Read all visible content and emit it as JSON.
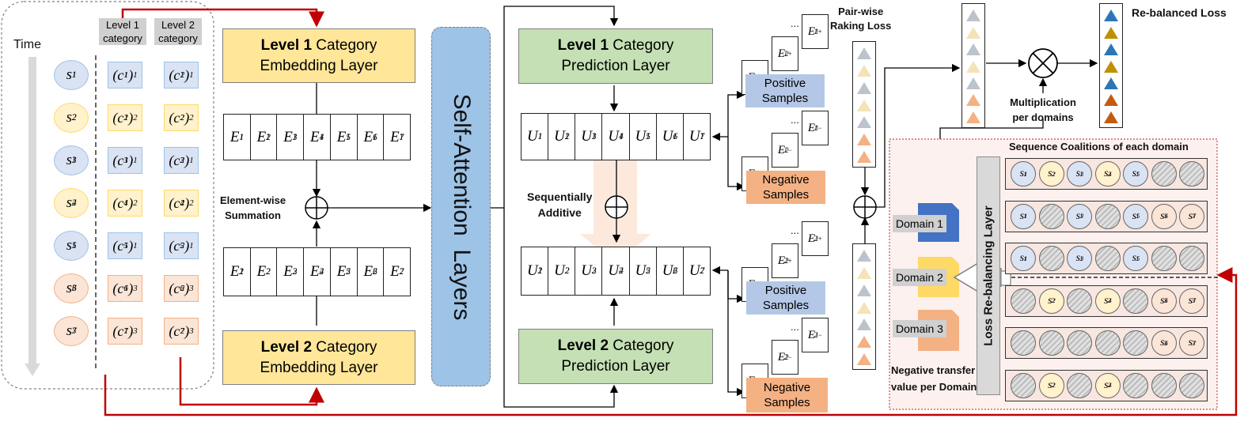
{
  "time_label": "Time",
  "level_headers": [
    "Level 1 category",
    "Level 2 category"
  ],
  "sessions": [
    {
      "s": "s",
      "sub": "1",
      "sup": "1",
      "c": "blue",
      "l1": {
        "b": "c",
        "sub": "1",
        "in": "1",
        "out": "1"
      },
      "l2": {
        "b": "c",
        "sub": "1",
        "in": "2",
        "out": "1"
      }
    },
    {
      "s": "s",
      "sub": "2",
      "sup": "2",
      "c": "yellow",
      "l1": {
        "b": "c",
        "sub": "2",
        "in": "1",
        "out": "2"
      },
      "l2": {
        "b": "c",
        "sub": "2",
        "in": "2",
        "out": "2"
      }
    },
    {
      "s": "s",
      "sub": "3",
      "sup": "1",
      "c": "blue",
      "l1": {
        "b": "c",
        "sub": "3",
        "in": "1",
        "out": "1"
      },
      "l2": {
        "b": "c",
        "sub": "3",
        "in": "2",
        "out": "1"
      }
    },
    {
      "s": "s",
      "sub": "4",
      "sup": "2",
      "c": "yellow",
      "l1": {
        "b": "c",
        "sub": "4",
        "in": "1",
        "out": "2"
      },
      "l2": {
        "b": "c",
        "sub": "4",
        "in": "2",
        "out": "2"
      }
    },
    {
      "s": "s",
      "sub": "5",
      "sup": "1",
      "c": "blue",
      "l1": {
        "b": "c",
        "sub": "5",
        "in": "1",
        "out": "1"
      },
      "l2": {
        "b": "c",
        "sub": "5",
        "in": "2",
        "out": "1"
      }
    },
    {
      "s": "s",
      "sub": "6",
      "sup": "3",
      "c": "orange",
      "l1": {
        "b": "c",
        "sub": "6",
        "in": "1",
        "out": "3"
      },
      "l2": {
        "b": "c",
        "sub": "6",
        "in": "2",
        "out": "3"
      }
    },
    {
      "s": "s",
      "sub": "7",
      "sup": "3",
      "c": "orange",
      "l1": {
        "b": "c",
        "sub": "7",
        "in": "1",
        "out": "3"
      },
      "l2": {
        "b": "c",
        "sub": "7",
        "in": "2",
        "out": "3"
      }
    }
  ],
  "l1_embed": {
    "bold": "Level 1",
    "rest": " Category",
    "line2": "Embedding Layer"
  },
  "l2_embed": {
    "bold": "Level 2",
    "rest": " Category",
    "line2": "Embedding Layer"
  },
  "l1_pred": {
    "bold": "Level 1",
    "rest": " Category",
    "line2": "Prediction Layer"
  },
  "l2_pred": {
    "bold": "Level 2",
    "rest": " Category",
    "line2": "Prediction Layer"
  },
  "self_attention": "Self-Attention  Layers",
  "element_wise": [
    "Element-wise",
    "Summation"
  ],
  "seq_additive": [
    "Sequentially",
    "Additive"
  ],
  "E1_row": [
    "E",
    "E",
    "E",
    "E",
    "E",
    "E",
    "E"
  ],
  "E1_level": "1",
  "E2_level": "2",
  "U_letter": "U",
  "E_letter": "E",
  "pairwise": [
    "Pair-wise",
    "Raking Loss"
  ],
  "positive_samples": [
    "Positive",
    "Samples"
  ],
  "negative_samples": [
    "Negative",
    "Samples"
  ],
  "cards": {
    "l1_pos": [
      "1+",
      "1+",
      "1+"
    ],
    "l1_neg": [
      "1−",
      "1−",
      "1−"
    ],
    "l2_pos": [
      "2+",
      "2+",
      "2+"
    ],
    "l2_neg": [
      "2−",
      "2−",
      "2−"
    ],
    "subs": [
      "1",
      "2",
      "7"
    ]
  },
  "ellipsis": "...",
  "rebalanced_loss": "Re-balanced Loss",
  "multiplication": [
    "Multiplication",
    "per domains"
  ],
  "coalitions_title": "Sequence  Coalitions of each domain",
  "rebalancing_layer": "Loss Re-balancing Layer",
  "domains": [
    "Domain 1",
    "Domain 2",
    "Domain 3"
  ],
  "negative_transfer": [
    "Negative transfer",
    "value per Domain"
  ],
  "coalition_rows": [
    [
      {
        "c": "blue",
        "n": "1",
        "k": "1"
      },
      {
        "c": "yellow",
        "n": "2",
        "k": "2"
      },
      {
        "c": "blue",
        "n": "3",
        "k": "1"
      },
      {
        "c": "yellow",
        "n": "4",
        "k": "2"
      },
      {
        "c": "blue",
        "n": "5",
        "k": "1"
      },
      {
        "c": "hatch"
      },
      {
        "c": "hatch"
      }
    ],
    [
      {
        "c": "blue",
        "n": "1",
        "k": "1"
      },
      {
        "c": "hatch"
      },
      {
        "c": "blue",
        "n": "3",
        "k": "1"
      },
      {
        "c": "hatch"
      },
      {
        "c": "blue",
        "n": "5",
        "k": "1"
      },
      {
        "c": "orange",
        "n": "6",
        "k": "3"
      },
      {
        "c": "orange",
        "n": "7",
        "k": "3"
      }
    ],
    [
      {
        "c": "blue",
        "n": "1",
        "k": "1"
      },
      {
        "c": "hatch"
      },
      {
        "c": "blue",
        "n": "3",
        "k": "1"
      },
      {
        "c": "hatch"
      },
      {
        "c": "blue",
        "n": "5",
        "k": "1"
      },
      {
        "c": "hatch"
      },
      {
        "c": "hatch"
      }
    ],
    [
      {
        "c": "hatch"
      },
      {
        "c": "yellow",
        "n": "2",
        "k": "2"
      },
      {
        "c": "hatch"
      },
      {
        "c": "yellow",
        "n": "4",
        "k": "2"
      },
      {
        "c": "hatch"
      },
      {
        "c": "orange",
        "n": "6",
        "k": "3"
      },
      {
        "c": "orange",
        "n": "7",
        "k": "3"
      }
    ],
    [
      {
        "c": "hatch"
      },
      {
        "c": "hatch"
      },
      {
        "c": "hatch"
      },
      {
        "c": "hatch"
      },
      {
        "c": "hatch"
      },
      {
        "c": "orange",
        "n": "6",
        "k": "3"
      },
      {
        "c": "orange",
        "n": "7",
        "k": "3"
      }
    ],
    [
      {
        "c": "hatch"
      },
      {
        "c": "yellow",
        "n": "2",
        "k": "2"
      },
      {
        "c": "hatch"
      },
      {
        "c": "yellow",
        "n": "4",
        "k": "2"
      },
      {
        "c": "hatch"
      },
      {
        "c": "hatch"
      },
      {
        "c": "hatch"
      }
    ]
  ],
  "loss_column_colors": [
    "#b4c7e7",
    "#ffe699",
    "#b4c7e7",
    "#ffe699",
    "#b4c7e7",
    "#f4b183",
    "#f4b183"
  ],
  "rebalanced_colors": [
    "#2e75b6",
    "#bf9000",
    "#2e75b6",
    "#bf9000",
    "#2e75b6",
    "#c55a11",
    "#c55a11"
  ],
  "colors": {
    "blue": "#dae3f3",
    "yellow": "#fff2cc",
    "orange": "#fbe5d6",
    "red_arrow": "#c00000"
  }
}
